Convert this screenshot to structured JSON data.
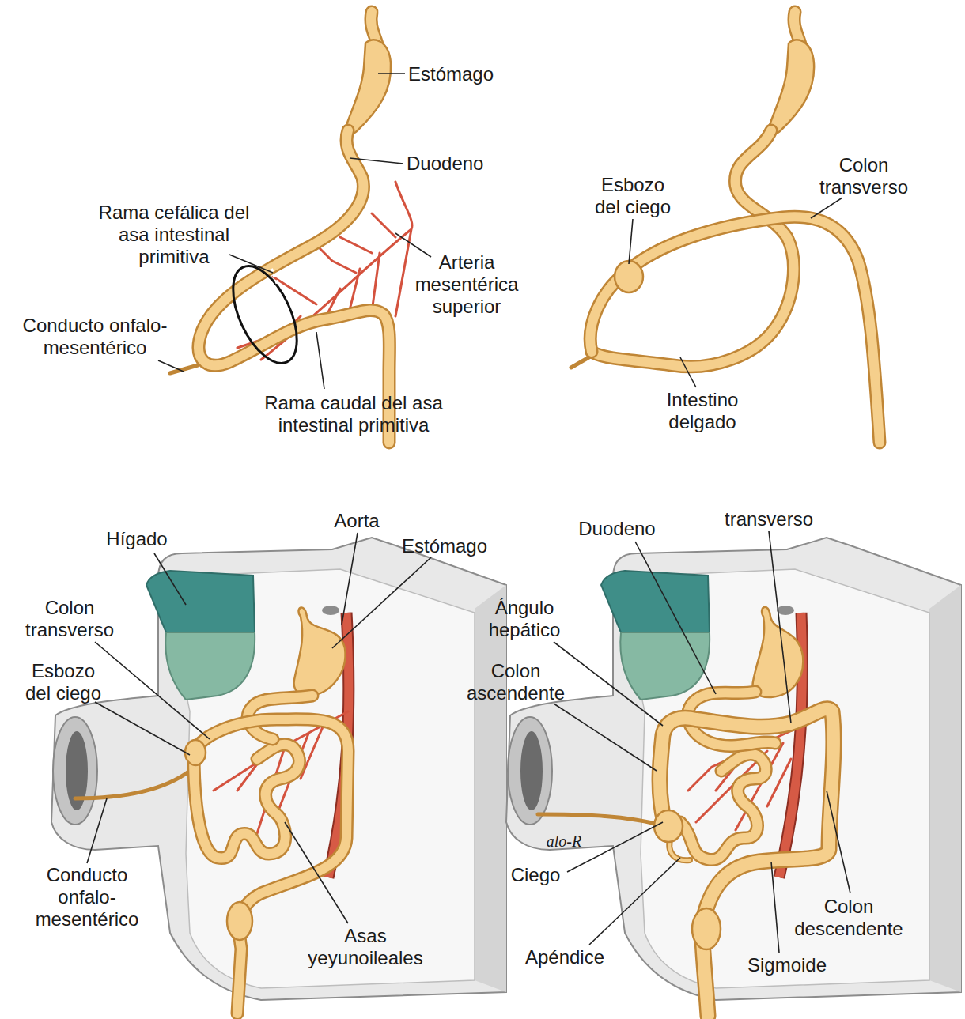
{
  "diagram": {
    "labels": [
      "Estómago",
      "Duodeno",
      "Rama cefálica del asa intestinal primitiva",
      "Arteria mesentérica superior",
      "Conducto onfalo- mesentérico",
      "Rama caudal del asa intestinal primitiva",
      "Esbozo del ciego",
      "Colon transverso",
      "Intestino delgado",
      "Hígado",
      "Aorta",
      "Estómago",
      "Colon transverso",
      "Esbozo del ciego",
      "Conducto onfalo- mesentérico",
      "Asas yeyunoileales",
      "Duodeno",
      "transverso",
      "Ángulo hepático",
      "Colon ascendente",
      "alo-R",
      "Ciego",
      "Apéndice",
      "Sigmoide",
      "Colon descendente"
    ]
  }
}
